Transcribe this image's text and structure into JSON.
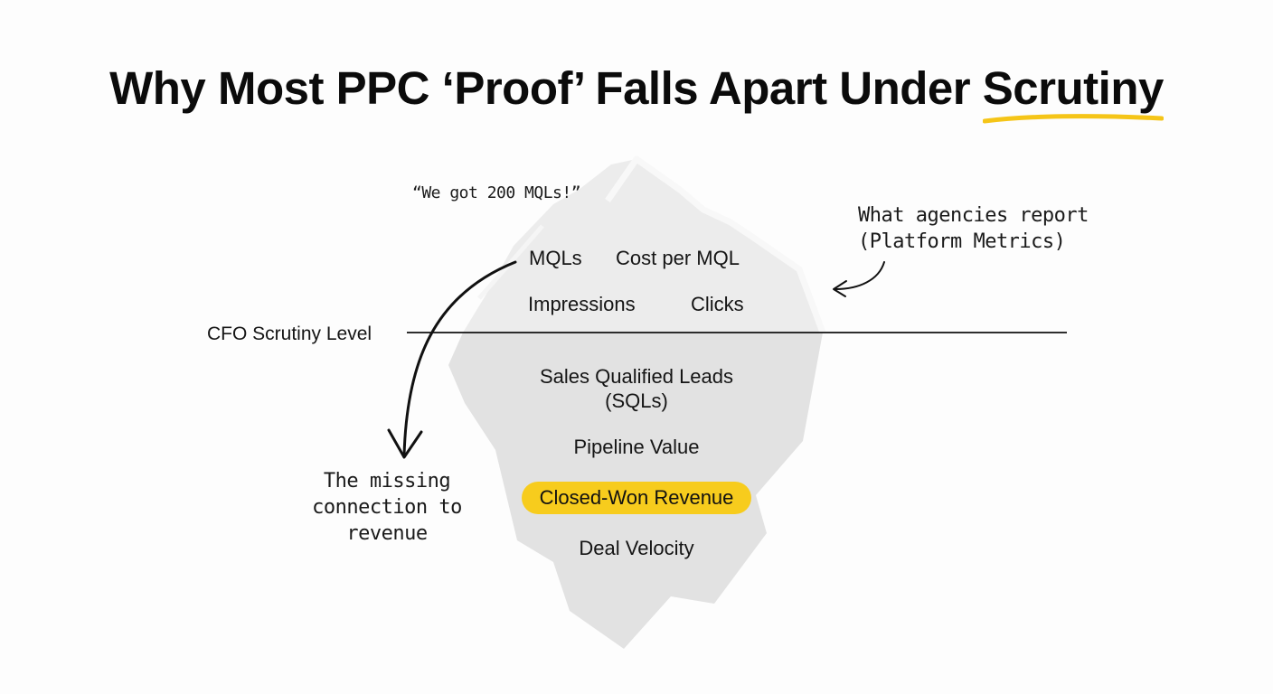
{
  "title": {
    "prefix": "Why Most PPC ‘Proof’ Falls Apart Under ",
    "highlight": "Scrutiny",
    "underline_color": "#f5c518"
  },
  "quote": "“We got 200 MQLs!”",
  "waterline_label": "CFO Scrutiny Level",
  "above_water": {
    "metrics": [
      "MQLs",
      "Cost per MQL",
      "Impressions",
      "Clicks"
    ]
  },
  "below_water": {
    "metrics": [
      "Sales Qualified Leads",
      "(SQLs)",
      "Pipeline Value",
      "Closed-Won Revenue",
      "Deal Velocity"
    ],
    "highlight_color": "#f7cc1d"
  },
  "annotations": {
    "agencies": [
      "What agencies report",
      "(Platform Metrics)"
    ],
    "missing": [
      "The missing",
      "connection to",
      "revenue"
    ]
  },
  "colors": {
    "iceberg_fill": "#e2e2e2",
    "iceberg_top_fill": "#ececec",
    "iceberg_edge": "#f7f7f7",
    "ink": "#111111"
  }
}
